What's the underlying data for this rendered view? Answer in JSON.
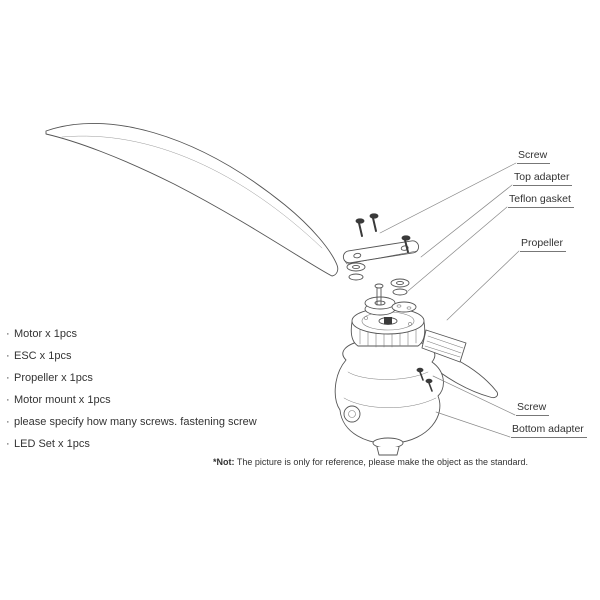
{
  "callouts": [
    {
      "label": "Screw"
    },
    {
      "label": "Top adapter"
    },
    {
      "label": "Teflon gasket"
    },
    {
      "label": "Propeller"
    },
    {
      "label": "Screw"
    },
    {
      "label": "Bottom adapter"
    }
  ],
  "parts_list": {
    "bullet": "·",
    "items": [
      "Motor x 1pcs",
      "ESC x 1pcs",
      "Propeller x 1pcs",
      "Motor mount x 1pcs",
      "please specify how many screws.  fastening screw",
      "LED Set x 1pcs"
    ]
  },
  "note": {
    "prefix": "*Not:",
    "text": " The picture is only for reference, please make the object as the standard."
  },
  "colors": {
    "line": "#555555",
    "leader": "#888888",
    "text": "#333333",
    "background": "#ffffff"
  }
}
